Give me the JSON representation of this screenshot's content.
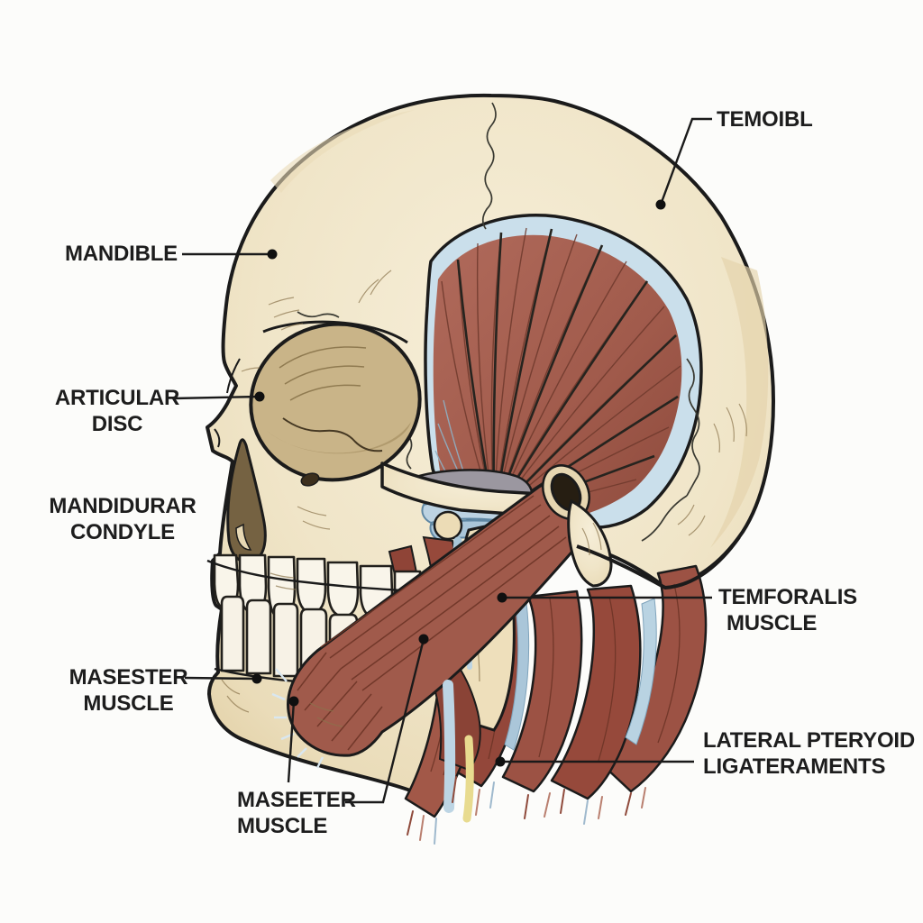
{
  "figure": {
    "type": "anatomical-diagram",
    "subject": "lateral skull with muscles of mastication",
    "background": "#fcfcfa",
    "colors": {
      "bone": "#f0e5c8",
      "bone_shadow": "#e2d0a6",
      "orbit": "#c9b488",
      "muscle": "#a05a4b",
      "muscle_dark": "#6e3527",
      "fascia_blue": "#cadfeb",
      "tendon_blue": "#b9d3e2",
      "nerve_yellow": "#e8db8f",
      "outline": "#1b1b1b",
      "label_text": "#1d1d1d"
    },
    "labels": {
      "temporal_bone": {
        "line1": "TEMOIBL"
      },
      "mandible": {
        "line1": "MANDIBLE"
      },
      "articular_disc": {
        "line1": "ARTICULAR",
        "line2": "DISC"
      },
      "mandibular_condyle": {
        "line1": "MANDIDURAR",
        "line2": "CONDYLE"
      },
      "temporalis_muscle": {
        "line1": "TEMFORALIS",
        "line2": "MUSCLE"
      },
      "masseter_muscle_side": {
        "line1": "MASESTER",
        "line2": "MUSCLE"
      },
      "lateral_pterygoid_ligaments": {
        "line1": "LATERAL PTERYOID",
        "line2": "LIGATERAMENTS"
      },
      "masseter_muscle_bottom": {
        "line1": "MASEETER",
        "line2": "MUSCLE"
      }
    }
  }
}
